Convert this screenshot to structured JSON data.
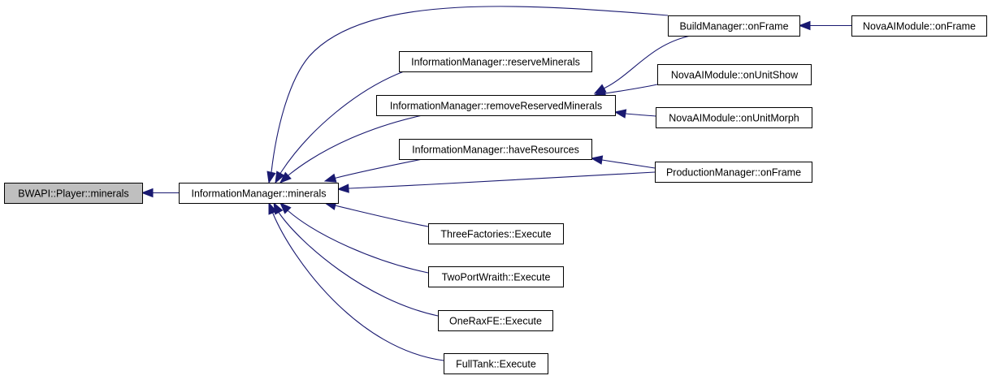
{
  "diagram": {
    "type": "call-graph",
    "colors": {
      "edge": "#191970",
      "root_fill": "#bfbfbf",
      "node_fill": "#ffffff",
      "node_border": "#000000"
    },
    "nodes": [
      {
        "id": "bwapi_minerals",
        "label": "BWAPI::Player::minerals",
        "root": true
      },
      {
        "id": "im_minerals",
        "label": "InformationManager::minerals"
      },
      {
        "id": "im_reserve",
        "label": "InformationManager::reserveMinerals"
      },
      {
        "id": "im_remove",
        "label": "InformationManager::removeReservedMinerals"
      },
      {
        "id": "im_have",
        "label": "InformationManager::haveResources"
      },
      {
        "id": "three_fact",
        "label": "ThreeFactories::Execute"
      },
      {
        "id": "two_port",
        "label": "TwoPortWraith::Execute"
      },
      {
        "id": "one_rax",
        "label": "OneRaxFE::Execute"
      },
      {
        "id": "full_tank",
        "label": "FullTank::Execute"
      },
      {
        "id": "build_onframe",
        "label": "BuildManager::onFrame"
      },
      {
        "id": "nova_unitshow",
        "label": "NovaAIModule::onUnitShow"
      },
      {
        "id": "nova_unitmorph",
        "label": "NovaAIModule::onUnitMorph"
      },
      {
        "id": "prod_onframe",
        "label": "ProductionManager::onFrame"
      },
      {
        "id": "nova_onframe",
        "label": "NovaAIModule::onFrame"
      }
    ],
    "edges": [
      {
        "from": "im_minerals",
        "to": "bwapi_minerals"
      },
      {
        "from": "build_onframe",
        "to": "im_minerals"
      },
      {
        "from": "im_reserve",
        "to": "im_minerals"
      },
      {
        "from": "im_remove",
        "to": "im_minerals"
      },
      {
        "from": "im_have",
        "to": "im_minerals"
      },
      {
        "from": "prod_onframe",
        "to": "im_minerals"
      },
      {
        "from": "three_fact",
        "to": "im_minerals"
      },
      {
        "from": "two_port",
        "to": "im_minerals"
      },
      {
        "from": "one_rax",
        "to": "im_minerals"
      },
      {
        "from": "full_tank",
        "to": "im_minerals"
      },
      {
        "from": "build_onframe",
        "to": "im_remove"
      },
      {
        "from": "nova_unitshow",
        "to": "im_remove"
      },
      {
        "from": "nova_unitmorph",
        "to": "im_remove"
      },
      {
        "from": "prod_onframe",
        "to": "im_have"
      },
      {
        "from": "nova_onframe",
        "to": "build_onframe"
      }
    ]
  }
}
